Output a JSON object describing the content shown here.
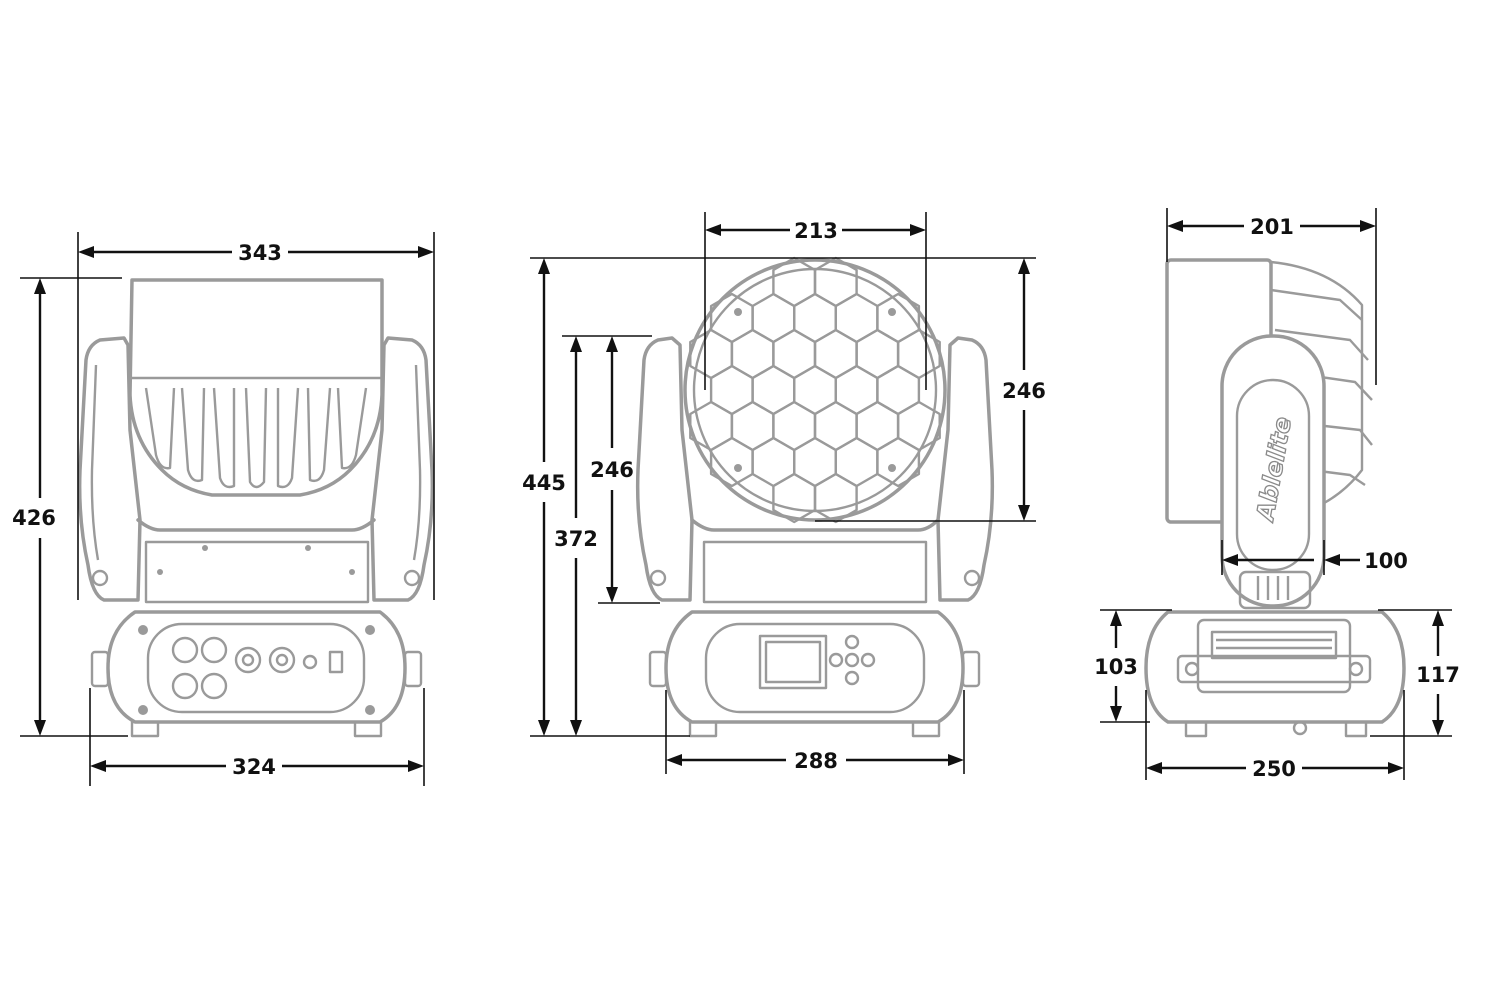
{
  "diagram": {
    "dimensions": {
      "front_width": "343",
      "front_height": "426",
      "front_base_width": "324",
      "lens_width": "213",
      "lens_height": "246",
      "yoke_height": "246",
      "total_height": "445",
      "arm_height": "372",
      "base_width": "288",
      "side_depth": "201",
      "side_neck": "100",
      "side_base_height": "103",
      "side_base_total": "117",
      "side_base_width": "250"
    },
    "brand_logo": "Ablelite"
  },
  "colors": {
    "outline": "#9a9a9a",
    "dimension": "#111111",
    "background": "#ffffff"
  }
}
